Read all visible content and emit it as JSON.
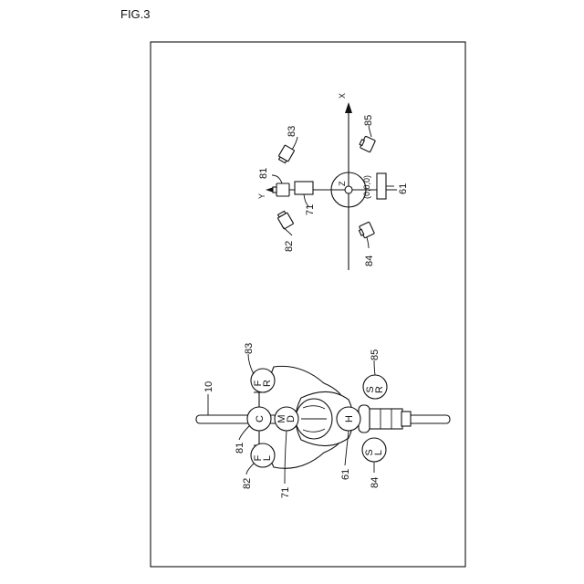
{
  "figure": {
    "title": "FIG.3"
  },
  "coordinate_view": {
    "axis_x": "X",
    "axis_y": "Y",
    "axis_z": "Z",
    "origin": "(0,0,0)",
    "refs": {
      "r83": "83",
      "r85": "85",
      "r81": "81",
      "r71": "71",
      "r61": "61",
      "r82": "82",
      "r84": "84"
    }
  },
  "rider_view": {
    "refs": {
      "r10": "10",
      "r83": "83",
      "r85": "85",
      "r81": "81",
      "r82": "82",
      "r71": "71",
      "r61": "61",
      "r84": "84"
    },
    "circle_labels": {
      "fr": [
        "F",
        "R"
      ],
      "fl": [
        "F",
        "L"
      ],
      "c": "C",
      "md": [
        "M",
        "D"
      ],
      "h": "H",
      "sr": [
        "S",
        "R"
      ],
      "sl": [
        "S",
        "L"
      ]
    }
  }
}
